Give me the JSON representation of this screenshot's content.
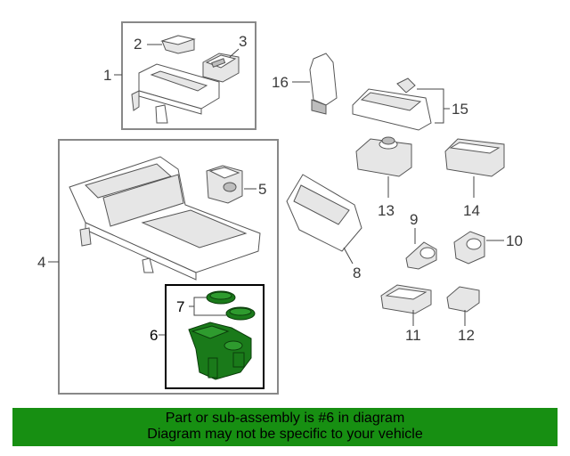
{
  "diagram": {
    "callouts": {
      "c1": "1",
      "c2": "2",
      "c3": "3",
      "c4": "4",
      "c5": "5",
      "c6": "6",
      "c7": "7",
      "c8": "8",
      "c9": "9",
      "c10": "10",
      "c11": "11",
      "c12": "12",
      "c13": "13",
      "c14": "14",
      "c15": "15",
      "c16": "16"
    },
    "highlight_color": "#1a7a1a"
  },
  "banner": {
    "line1": "Part or sub-assembly is #6 in diagram",
    "line2": "Diagram may not be specific to your vehicle",
    "background": "#178f12"
  }
}
